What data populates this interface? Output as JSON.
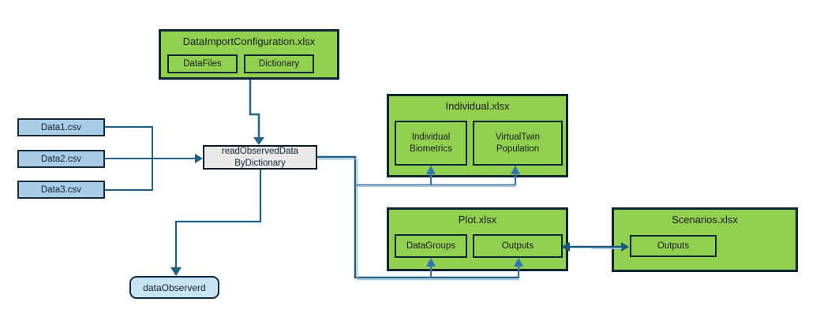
{
  "diagram": {
    "config_file": {
      "title": "DataImportConfiguration.xlsx",
      "sheets": [
        {
          "label": "DataFiles"
        },
        {
          "label": "Dictionary"
        }
      ]
    },
    "csv_files": [
      {
        "label": "Data1.csv"
      },
      {
        "label": "Data2.csv"
      },
      {
        "label": "Data3.csv"
      }
    ],
    "function": {
      "label_line1": "readObservedData",
      "label_line2": "ByDictionary"
    },
    "individual_file": {
      "title": "Individual.xlsx",
      "sheets": [
        {
          "label": "Individual Biometrics"
        },
        {
          "label": "VirtualTwin Population"
        }
      ]
    },
    "plot_file": {
      "title": "Plot.xlsx",
      "sheets": [
        {
          "label": "DataGroups"
        },
        {
          "label": "Outputs"
        }
      ]
    },
    "scenarios_file": {
      "title": "Scenarios.xlsx",
      "sheets": [
        {
          "label": "Outputs"
        }
      ]
    },
    "result_object": {
      "label": "dataObserverd"
    },
    "colors": {
      "sheet_green": "#92d050",
      "box_border": "#0e2636",
      "csv_fill": "#a9cde9",
      "function_fill": "#e9e8e8",
      "result_fill": "#c7e3f4",
      "connector_teal": "#1f6186",
      "connector_slate": "#4f81a8",
      "connector_light": "#9dc3e6",
      "arrowhead_blue": "#2e74b5",
      "double_arrow_dark": "#17557a"
    }
  }
}
